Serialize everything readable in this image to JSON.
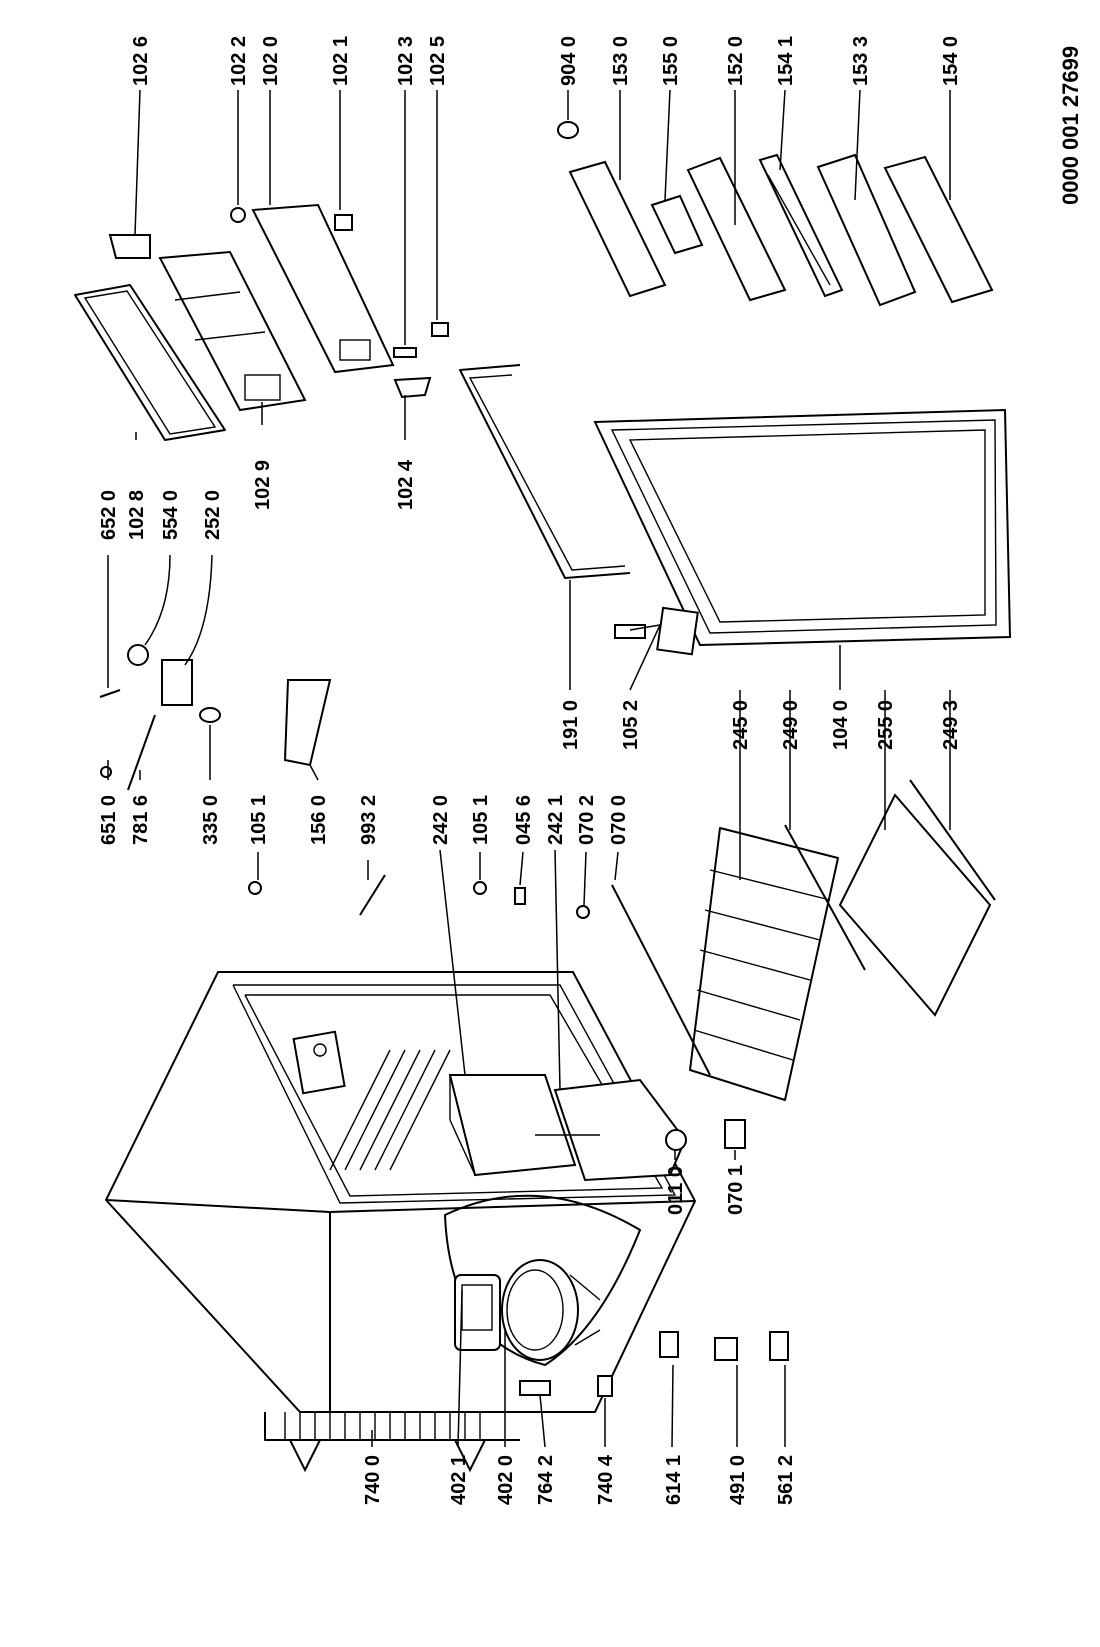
{
  "document_number": "0000 001 27699",
  "labels": {
    "l1026": "102 6",
    "l1022": "102 2",
    "l1020": "102 0",
    "l1021": "102 1",
    "l1023": "102 3",
    "l1025": "102 5",
    "l9040": "904 0",
    "l1530": "153 0",
    "l1550": "155 0",
    "l1520": "152 0",
    "l1541": "154 1",
    "l1533": "153 3",
    "l1540": "154 0",
    "l6520": "652 0",
    "l1028": "102 8",
    "l5540": "554 0",
    "l2520": "252 0",
    "l1029": "102 9",
    "l1024": "102 4",
    "l6510": "651 0",
    "l7816": "781 6",
    "l3350": "335 0",
    "l1051a": "105 1",
    "l1560": "156 0",
    "l9932": "993 2",
    "l2420": "242 0",
    "l1051b": "105 1",
    "l0456": "045 6",
    "l2421": "242 1",
    "l0702": "070 2",
    "l0700": "070 0",
    "l1910": "191 0",
    "l1052": "105 2",
    "l2450": "245 0",
    "l2490": "249 0",
    "l1040": "104 0",
    "l2550": "255 0",
    "l2493": "249 3",
    "l7400": "740 0",
    "l4021": "402 1",
    "l4020": "402 0",
    "l7642": "764 2",
    "l7404": "740 4",
    "l6141": "614 1",
    "l4910": "491 0",
    "l5612": "561 2",
    "l0110": "011 0",
    "l0701": "070 1"
  }
}
